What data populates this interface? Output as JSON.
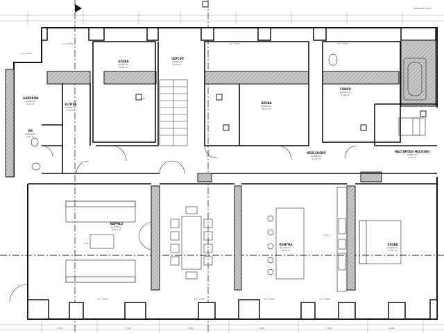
{
  "rooms": [
    {
      "key": "szoba_top_left",
      "name": "SZOBA",
      "area": "padlóburk.",
      "detail": "16,61 m²"
    },
    {
      "key": "lepcso",
      "name": "LÉPCSŐ",
      "area": "padlóburk.",
      "detail": "6,20 m²"
    },
    {
      "key": "szoba_mid",
      "name": "SZOBA",
      "area": "padlóburk.",
      "detail": "18,77 m²"
    },
    {
      "key": "furdo",
      "name": "FÜRDŐ",
      "area": "padlóburk.",
      "detail": "9,40 m²"
    },
    {
      "key": "gardrob",
      "name": "GARDRÓB",
      "area": "padlóburk.",
      "detail": "3,92 m²"
    },
    {
      "key": "eloter",
      "name": "ELŐTÉR",
      "area": "padlóburk.",
      "detail": "6,98 m²"
    },
    {
      "key": "wc",
      "name": "WC",
      "area": "padlóburk.",
      "detail": "1,81 m²"
    },
    {
      "key": "kozlekedo",
      "name": "KÖZLEKEDŐ",
      "area": "padlóburk.",
      "detail": "11,25 m²"
    },
    {
      "key": "haztartasi",
      "name": "HÁZTARTÁSI HELYISÉG",
      "area": "padlóburk.",
      "detail": "4,32 m²"
    },
    {
      "key": "nappali",
      "name": "NAPPALI",
      "area": "padlóburk.",
      "detail": "32,14 m²"
    },
    {
      "key": "konyha",
      "name": "KONYHA",
      "area": "padlóburk.",
      "detail": "24,35 m²"
    },
    {
      "key": "szoba_bottom_right",
      "name": "SZOBA",
      "area": "padlóburk.",
      "detail": "17,36 m²"
    }
  ],
  "elevations": {
    "top_left": "pm: 0,000",
    "top_1": "pm: 0,000",
    "top_2": "pm: 0,000",
    "top_3": "pm: 0,000",
    "bottom_1": "pm: 0,000",
    "bottom_2": "pm: 0,000",
    "bottom_3": "pm: 0,000",
    "bottom_4": "pm: 0,000",
    "plus1": "+1,81",
    "plus2": "+1,81",
    "plus3": "+1,81"
  },
  "dimensions": {
    "top_right_note": "Közlekedő pontja",
    "d1": "1,400",
    "d2": "2,100",
    "d3": "1,400",
    "d4": "1,400",
    "d5": "2,400",
    "d6": "2,600"
  },
  "colors": {
    "wall": "#111111",
    "hatch": "#9a9a9a",
    "fixture": "#555555",
    "dashed": "#222222"
  }
}
